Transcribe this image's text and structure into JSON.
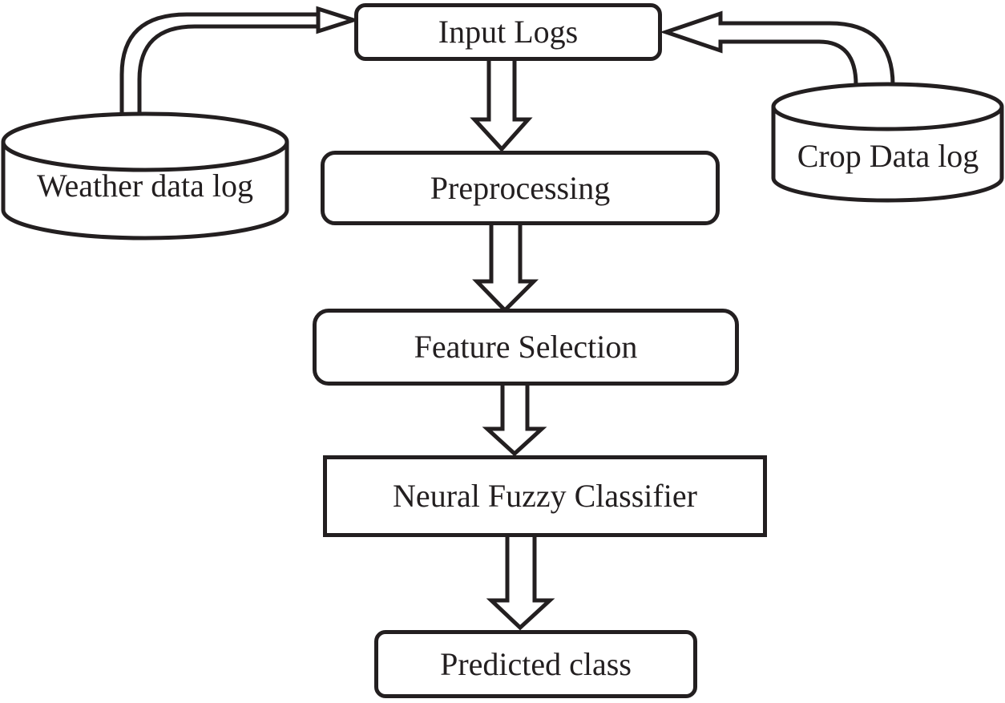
{
  "diagram": {
    "type": "flowchart",
    "colors": {
      "stroke": "#231f20",
      "fill": "#ffffff"
    },
    "nodes": {
      "input_logs": {
        "label": "Input Logs",
        "shape": "rounded-rectangle"
      },
      "weather_log": {
        "label": "Weather data log",
        "shape": "database-cylinder"
      },
      "crop_log": {
        "label": "Crop Data log",
        "shape": "database-cylinder"
      },
      "preprocessing": {
        "label": "Preprocessing",
        "shape": "rounded-rectangle"
      },
      "feature_selection": {
        "label": "Feature Selection",
        "shape": "rounded-rectangle"
      },
      "classifier": {
        "label": "Neural Fuzzy Classifier",
        "shape": "rectangle"
      },
      "predicted_class": {
        "label": "Predicted class",
        "shape": "rounded-rectangle"
      }
    },
    "edges": [
      {
        "from": "Weather data log",
        "to": "Input Logs",
        "style": "curved-double-line-arrow"
      },
      {
        "from": "Crop Data log",
        "to": "Input Logs",
        "style": "curved-block-arrow"
      },
      {
        "from": "Input Logs",
        "to": "Preprocessing",
        "style": "hollow-block-arrow-down"
      },
      {
        "from": "Preprocessing",
        "to": "Feature Selection",
        "style": "hollow-block-arrow-down"
      },
      {
        "from": "Feature Selection",
        "to": "Neural Fuzzy Classifier",
        "style": "hollow-block-arrow-down"
      },
      {
        "from": "Neural Fuzzy Classifier",
        "to": "Predicted class",
        "style": "hollow-block-arrow-down"
      }
    ]
  }
}
